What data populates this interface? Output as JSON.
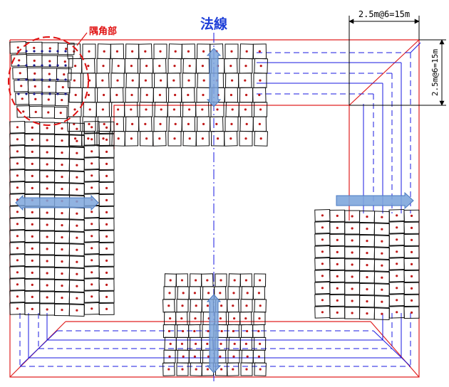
{
  "labels": {
    "normal_line": "法線",
    "corner": "隅角部",
    "dim_top": "2.5m@6=15m",
    "dim_right": "2.5m@6=15m"
  },
  "colors": {
    "outline_red": "#e02020",
    "guide_blue": "#1a1ae0",
    "label_blue": "#1e3fd8",
    "label_red": "#e01010",
    "arrow_fill": "#7ea6dc",
    "arrow_stroke": "#4a78c0",
    "block_stroke": "#111111",
    "dot_red": "#c01818",
    "dot_blue": "#1a1a8a"
  },
  "icons": {
    "arrow": "double-headed-arrow-icon",
    "corner_marker": "dashed-circle-icon"
  }
}
